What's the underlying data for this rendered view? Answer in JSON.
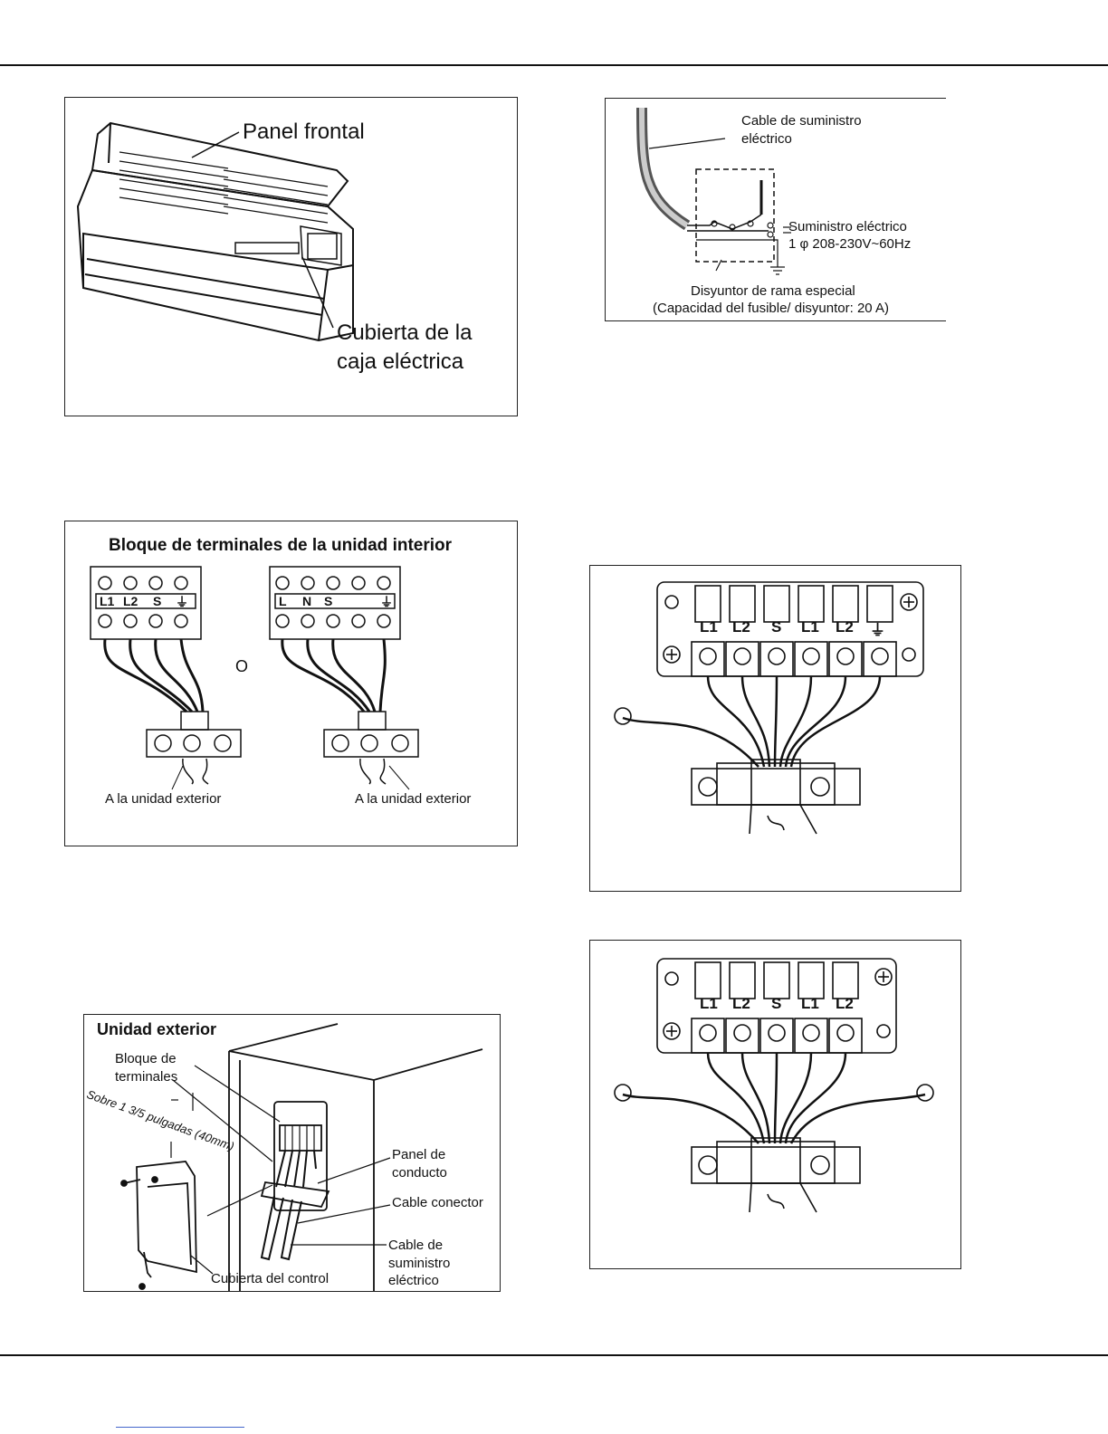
{
  "fig_front_panel": {
    "label_panel": "Panel frontal",
    "label_cover_l1": "Cubierta de la",
    "label_cover_l2": "caja eléctrica"
  },
  "fig_power_supply": {
    "label_cable_l1": "Cable de suministro",
    "label_cable_l2": "eléctrico",
    "label_supply_l1": "Suministro eléctrico",
    "label_supply_l2": "1 φ 208-230V~60Hz",
    "label_breaker_l1": "Disyuntor de rama especial",
    "label_breaker_l2": "(Capacidad del fusible/ disyuntor: 20 A)"
  },
  "fig_indoor_terminals": {
    "title": "Bloque de terminales de la unidad interior",
    "block_a_labels": [
      "L1",
      "L2",
      "S",
      "⏚"
    ],
    "block_b_labels": [
      "L",
      "N",
      "S",
      "⏚"
    ],
    "or_text": "O",
    "to_outdoor_left": "A la unidad exterior",
    "to_outdoor_right": "A la unidad exterior"
  },
  "fig_outdoor_unit": {
    "title": "Unidad exterior",
    "label_terminal_block_l1": "Bloque de",
    "label_terminal_block_l2": "terminales",
    "label_distance": "Sobre 1 3/5 pulgadas (40mm)",
    "label_conduit_l1": "Panel de",
    "label_conduit_l2": "conducto",
    "label_connector": "Cable conector",
    "label_supply_l1": "Cable de",
    "label_supply_l2": "suministro",
    "label_supply_l3": "eléctrico",
    "label_control_cover": "Cubierta del control"
  },
  "fig_outdoor_terminals_6": {
    "labels": [
      "L1",
      "L2",
      "S",
      "L1",
      "L2",
      "⏚"
    ]
  },
  "fig_outdoor_terminals_5": {
    "labels": [
      "L1",
      "L2",
      "S",
      "L1",
      "L2"
    ]
  }
}
